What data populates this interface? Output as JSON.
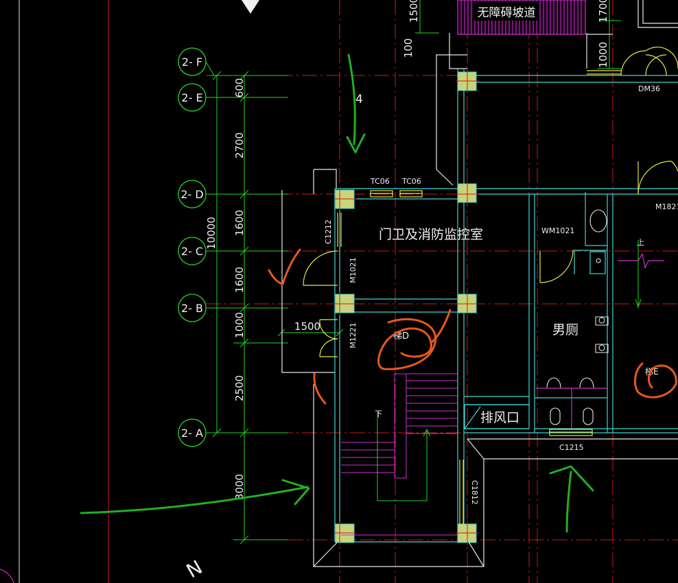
{
  "colors": {
    "background": "#000000",
    "axis_red": "#d01818",
    "dim_green": "#22d822",
    "wall_cyan": "#3fd6d6",
    "wall_white": "#e8e8e8",
    "column_fill": "#c8d47a",
    "stair_magenta": "#d030d0",
    "door_yellow": "#e8e840",
    "hand_green": "#22b022",
    "hand_orange": "#e85818",
    "text_white": "#f0f0f0"
  },
  "grid_axes": [
    {
      "label": "2- F"
    },
    {
      "label": "2- E"
    },
    {
      "label": "2- D"
    },
    {
      "label": "2- C"
    },
    {
      "label": "2- B"
    },
    {
      "label": "2- A"
    }
  ],
  "dimensions": {
    "segments": [
      "600",
      "2700",
      "1600",
      "1600",
      "1000",
      "2500",
      "3000"
    ],
    "total": "10000",
    "horizontal_1500": "1500",
    "top_1500": "1500",
    "top_100": "100",
    "top_1700": "1700",
    "right_1000": "1000"
  },
  "rooms": {
    "guard_room": "门卫及消防监控室",
    "mens_toilet": "男厕",
    "exhaust": "排风口",
    "ramp": "无障碍坡道"
  },
  "openings": {
    "tc06_a": "TC06",
    "tc06_b": "TC06",
    "c1212": "C1212",
    "m1021": "M1021",
    "m1221": "M1221",
    "wm1021": "WM1021",
    "c1215": "C1215",
    "c1812": "C1812",
    "dm36": "DM36",
    "m1821": "M1821"
  },
  "stairs": {
    "stair_d": "梯D",
    "stair_e": "梯E",
    "down_mark": "下",
    "up_mark": "上"
  },
  "annotations": {
    "hand_four": "4",
    "north_mark": "N"
  }
}
